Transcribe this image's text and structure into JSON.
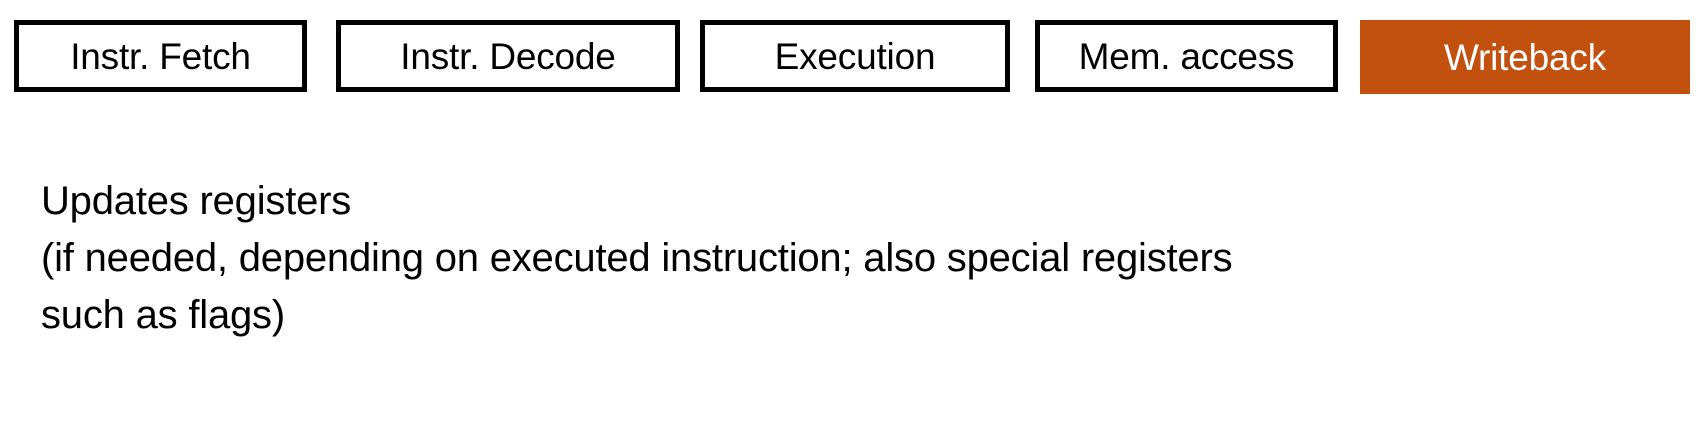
{
  "slide": {
    "background_color": "#ffffff",
    "text_color": "#000000",
    "highlight_color": "#c2500f",
    "highlight_text_color": "#ffffff"
  },
  "pipeline": {
    "stages": [
      {
        "label": "Instr. Fetch",
        "state": "normal"
      },
      {
        "label": "Instr. Decode",
        "state": "normal"
      },
      {
        "label": "Execution",
        "state": "normal"
      },
      {
        "label": "Mem. access",
        "state": "normal"
      },
      {
        "label": "Writeback",
        "state": "highlighted"
      }
    ]
  },
  "description": {
    "lines": [
      "Updates registers",
      "(if needed, depending on executed instruction; also special registers",
      "such as flags)"
    ]
  }
}
